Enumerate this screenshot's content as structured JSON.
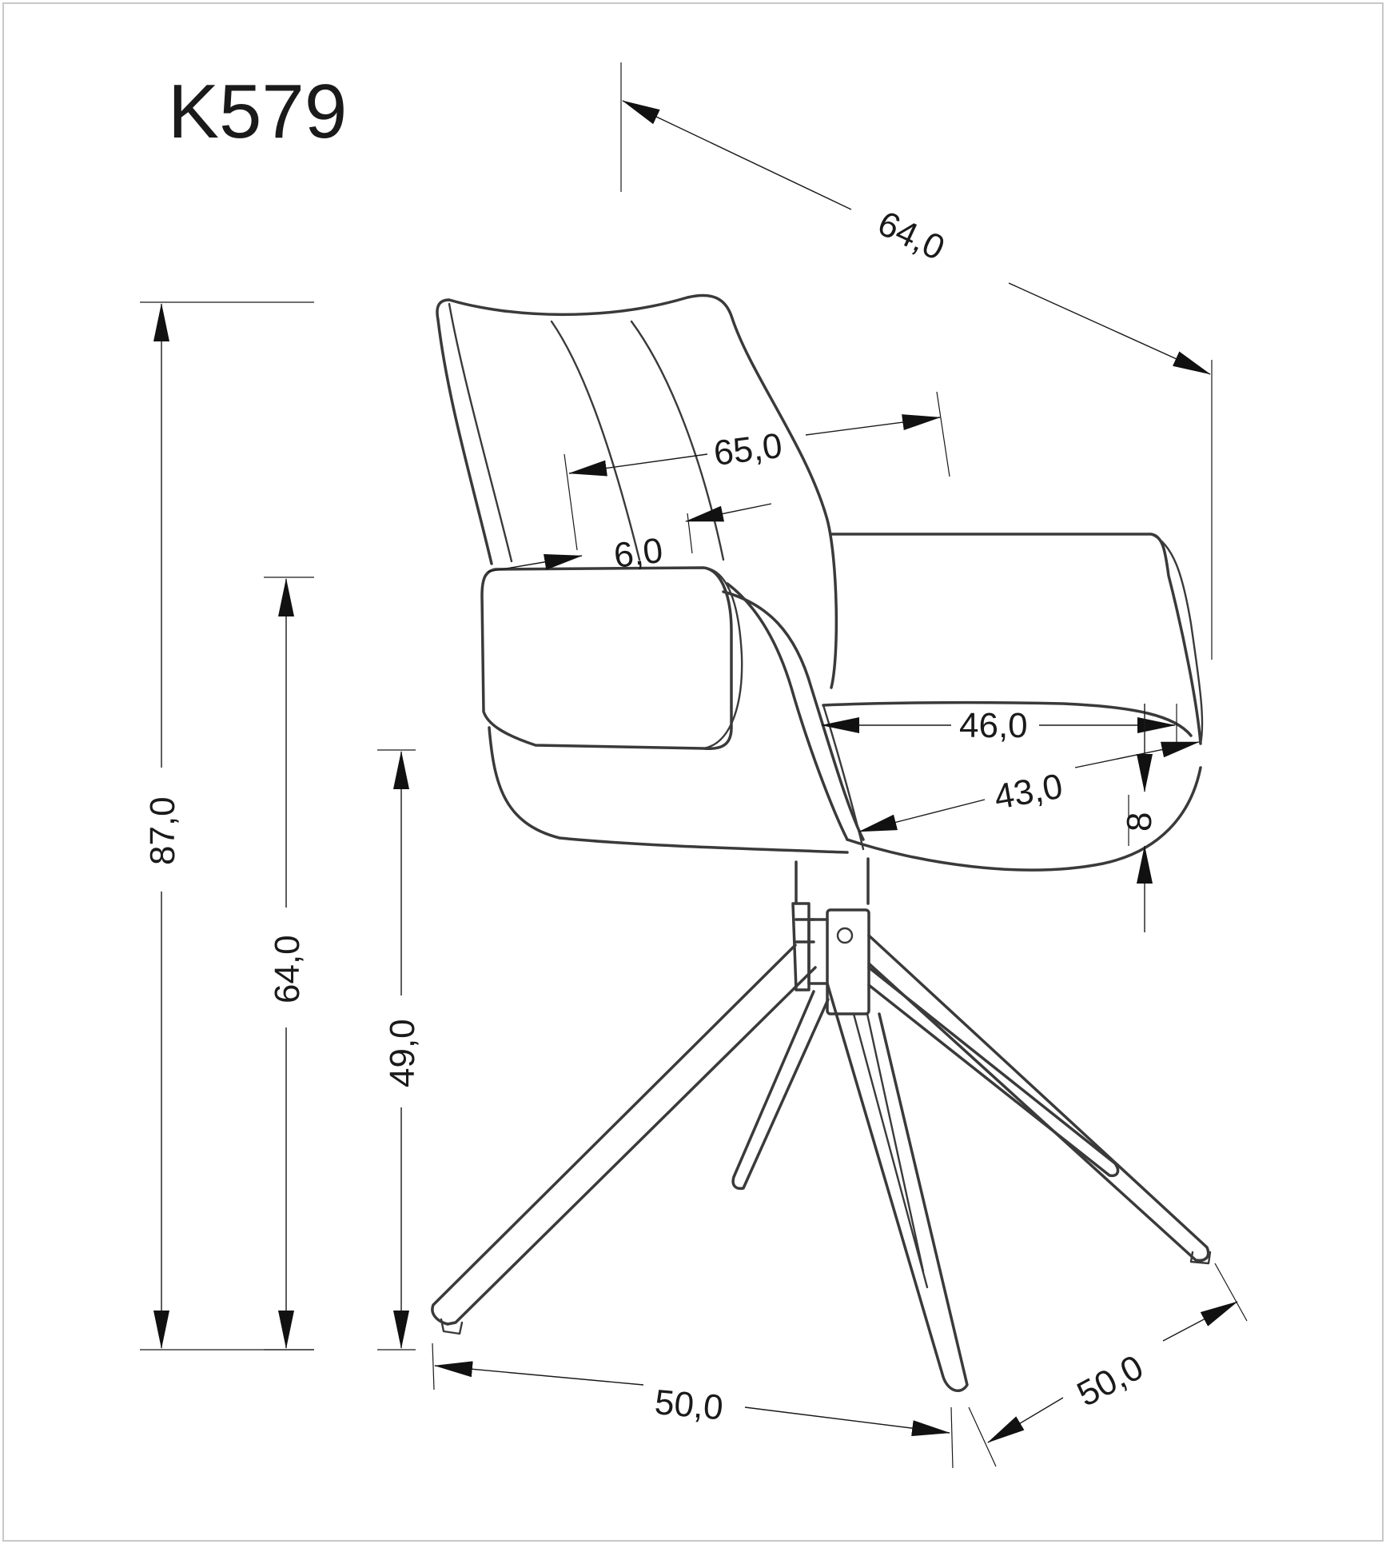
{
  "model": "K579",
  "dimensions": {
    "depth_top": "64,0",
    "arm_width": "65,0",
    "arm_thickness": "6,0",
    "seat_width": "46,0",
    "seat_depth": "43,0",
    "seat_thickness": "8",
    "total_height": "87,0",
    "armrest_height": "64,0",
    "seat_height": "49,0",
    "base_width": "50,0",
    "base_depth": "50,0"
  }
}
